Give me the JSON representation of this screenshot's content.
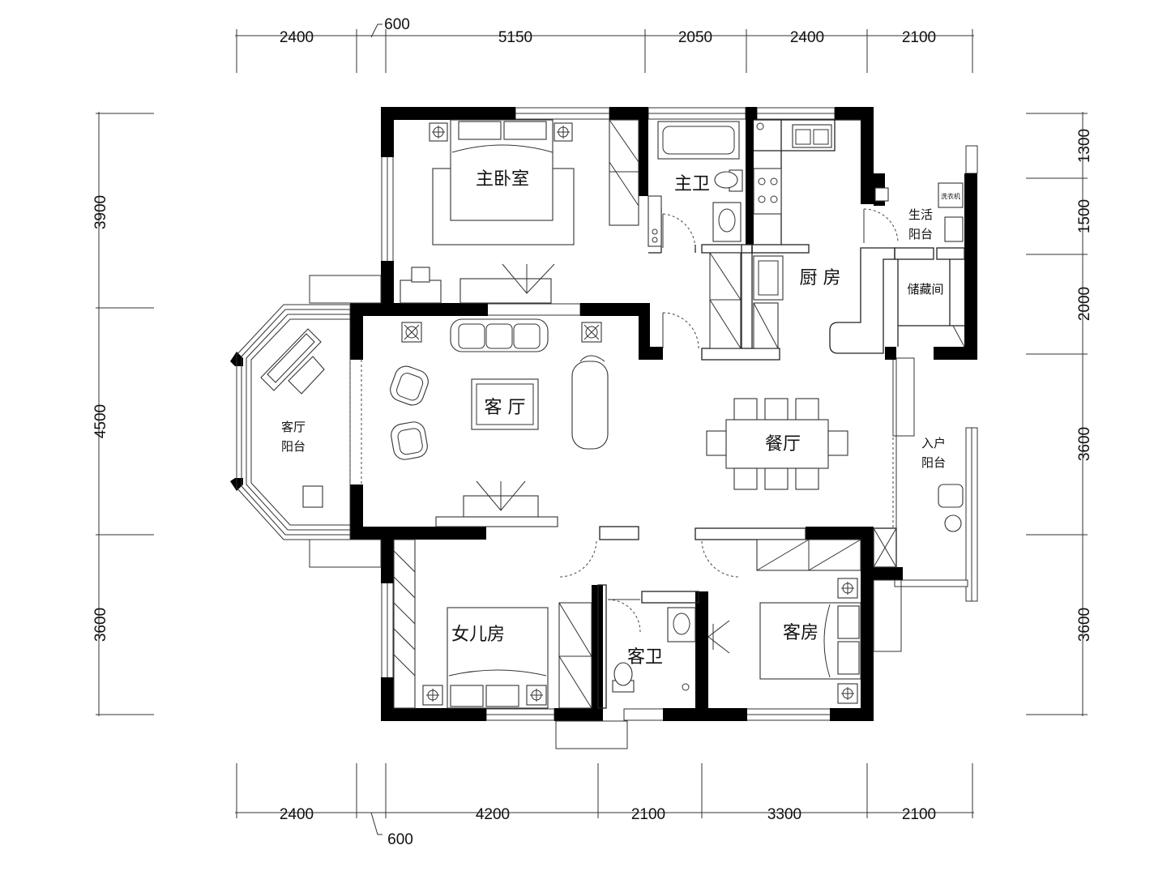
{
  "dimensions": {
    "top": [
      "2400",
      "600",
      "5150",
      "2050",
      "2400",
      "2100"
    ],
    "bottom": [
      "2400",
      "600",
      "4200",
      "2100",
      "3300",
      "2100"
    ],
    "left": [
      "3900",
      "4500",
      "3600"
    ],
    "right": [
      "1300",
      "1500",
      "2000",
      "3600",
      "3600"
    ]
  },
  "rooms": {
    "master_bedroom": "主卧室",
    "master_bath": "主卫",
    "kitchen": "厨 房",
    "utility_balcony": [
      "生活",
      "阳台"
    ],
    "storage": "储藏间",
    "living_room": "客 厅",
    "living_balcony": [
      "客厅",
      "阳台"
    ],
    "dining_room": "餐厅",
    "entry_balcony": [
      "入户",
      "阳台"
    ],
    "daughter_room": "女儿房",
    "guest_bath": "客卫",
    "guest_room": "客房"
  },
  "fixtures": {
    "washing_machine_label": "洗衣机"
  }
}
